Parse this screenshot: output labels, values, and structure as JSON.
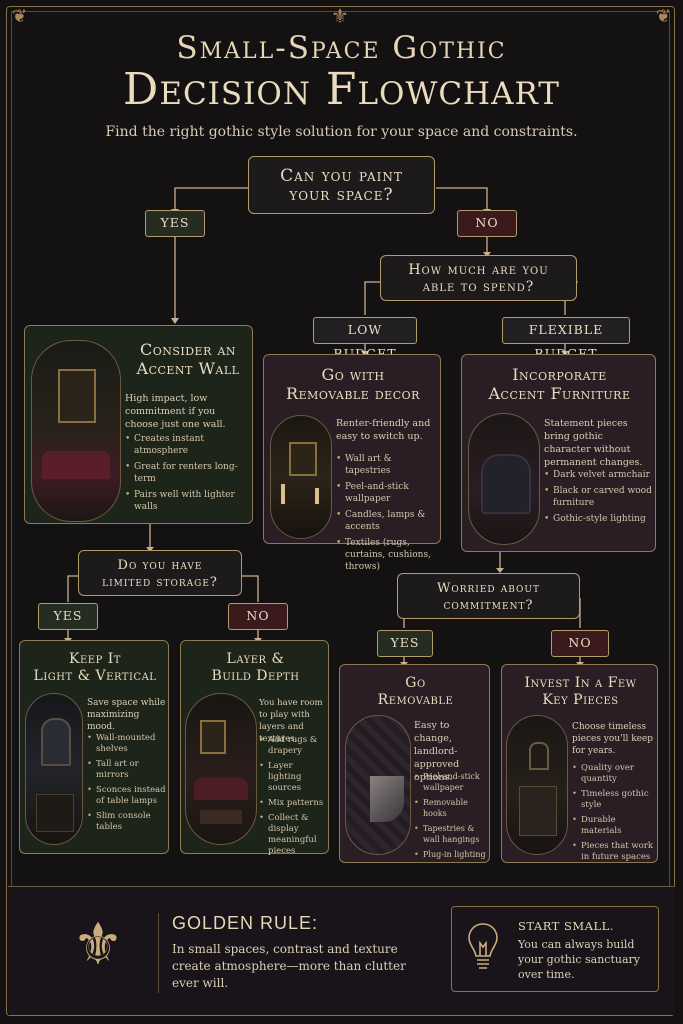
{
  "header": {
    "title_line1": "Small-Space Gothic",
    "title_line2": "Decision Flowchart",
    "subtitle": "Find the right gothic style solution for your space and constraints."
  },
  "q1": {
    "text1": "Can you paint",
    "text2": "your space?"
  },
  "q2": {
    "text1": "How much are you",
    "text2": "able to spend?"
  },
  "q3": {
    "text1": "Do you have",
    "text2": "limited storage?"
  },
  "q4": {
    "text1": "Worried about",
    "text2": "commitment?"
  },
  "tags": {
    "yes": "YES",
    "no": "NO",
    "low": "LOW BUDGET",
    "flex": "FLEXIBLE BUDGET"
  },
  "cards": {
    "accent_wall": {
      "title1": "Consider an",
      "title2": "Accent Wall",
      "desc": "High impact, low commitment if you choose just one wall.",
      "items": [
        "Creates instant atmosphere",
        "Great for renters long-term",
        "Pairs well with lighter walls"
      ]
    },
    "removable_decor": {
      "title1": "Go with",
      "title2": "Removable decor",
      "desc": "Renter-friendly and easy to switch up.",
      "items": [
        "Wall art & tapestries",
        "Peel-and-stick wallpaper",
        "Candles, lamps & accents",
        "Textiles (rugs, curtains, cushions, throws)"
      ]
    },
    "accent_furniture": {
      "title1": "Incorporate",
      "title2": "Accent Furniture",
      "desc": "Statement pieces bring gothic character without permanent changes.",
      "items": [
        "Dark velvet armchair",
        "Black or carved wood furniture",
        "Gothic-style lighting"
      ]
    },
    "light_vertical": {
      "title1": "Keep It",
      "title2": "Light & Vertical",
      "desc": "Save space while maximizing mood.",
      "items": [
        "Wall-mounted shelves",
        "Tall art or mirrors",
        "Sconces instead of table lamps",
        "Slim console tables"
      ]
    },
    "layer_depth": {
      "title1": "Layer &",
      "title2": "Build Depth",
      "desc": "You have room to play with layers and textures.",
      "items": [
        "Add rugs & drapery",
        "Layer lighting sources",
        "Mix patterns",
        "Collect & display meaningful pieces"
      ]
    },
    "go_removable": {
      "title1": "Go",
      "title2": "Removable",
      "desc": "Easy to change, landlord-approved options.",
      "items": [
        "Peel-and-stick wallpaper",
        "Removable hooks",
        "Tapestries & wall hangings",
        "Plug-in lighting"
      ]
    },
    "key_pieces": {
      "title1": "Invest In a Few",
      "title2": "Key Pieces",
      "desc": "Choose timeless pieces you'll keep for years.",
      "items": [
        "Quality over quantity",
        "Timeless gothic style",
        "Durable materials",
        "Pieces that work in future spaces"
      ]
    }
  },
  "footer": {
    "rule_title": "GOLDEN RULE:",
    "rule_text": "In small spaces, contrast and texture create atmosphere—more than clutter ever will.",
    "tip_title": "START SMALL.",
    "tip_text": "You can always build your gothic sanctuary over time."
  },
  "icons": {
    "top": "fleur-ornament-icon",
    "rule": "fleur-de-lis-icon",
    "tip": "lightbulb-icon"
  },
  "colors": {
    "gold": "#b59a6c",
    "green_card": "#1d2419",
    "purple_card": "#2a1d24",
    "no_tag": "#3a1a1c"
  }
}
